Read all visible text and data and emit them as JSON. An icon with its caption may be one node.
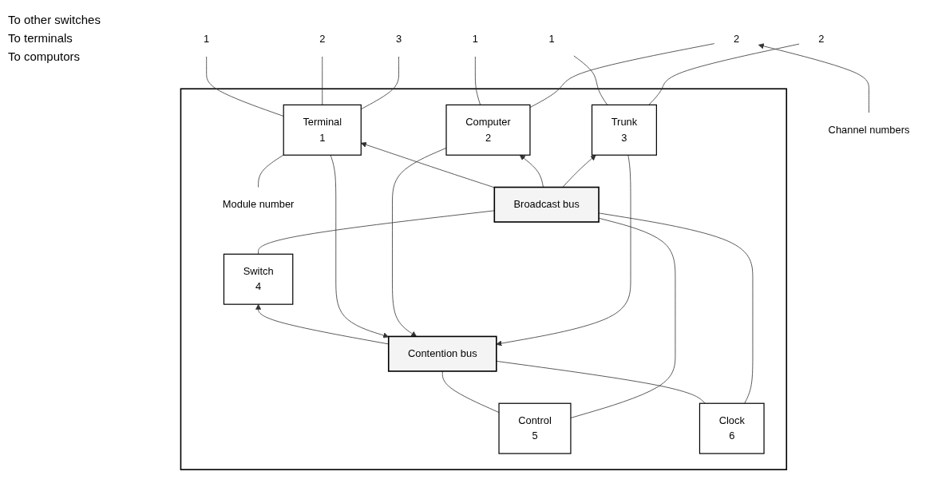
{
  "diagram": {
    "nodes": [
      {
        "text": [],
        "shape": "box"
      },
      {
        "text": [
          "1"
        ]
      },
      {
        "text": [
          "2"
        ]
      },
      {
        "text": [
          "Contention bus"
        ],
        "in": 0
      },
      {
        "text": [
          "Module number"
        ],
        "in": 0
      },
      {
        "text": [
          "Terminal",
          "1"
        ],
        "in": 0
      },
      {
        "text": [
          "Computer",
          "2"
        ],
        "in": 0
      },
      {
        "text": [
          "Trunk",
          "3"
        ],
        "in": 0
      },
      {
        "text": [
          "Switch",
          "4"
        ],
        "in": 0
      },
      {
        "text": [
          "Control",
          "5"
        ],
        "in": 0
      },
      {
        "text": [
          "Clock",
          "6"
        ],
        "in": 0
      },
      {
        "text": [
          "Broadcast bus"
        ],
        "in": 0
      },
      {
        "text": [
          "1"
        ]
      },
      {
        "text": [
          "2"
        ]
      },
      {
        "text": [
          "3"
        ]
      },
      {
        "text": [
          "1"
        ]
      },
      {
        "text": [
          "2"
        ]
      },
      {
        "text": [
          "Channel numbers"
        ]
      }
    ],
    "edges": [
      {
        "from": 5,
        "to": 3,
        "arrow": "to"
      },
      {
        "from": 6,
        "to": 3,
        "arrow": "to"
      },
      {
        "from": 7,
        "to": 3,
        "arrow": "to"
      },
      {
        "from": 3,
        "to": 8,
        "arrow": "to"
      },
      {
        "from": 9,
        "to": 3,
        "arrow": "none"
      },
      {
        "from": 10,
        "to": 3,
        "arrow": "none"
      },
      {
        "from": 11,
        "to": 5,
        "arrow": "to"
      },
      {
        "from": 11,
        "to": 6,
        "arrow": "to"
      },
      {
        "from": 11,
        "to": 7,
        "arrow": "to"
      },
      {
        "from": 8,
        "to": 11,
        "arrow": "none"
      },
      {
        "from": 9,
        "to": 11,
        "arrow": "none"
      },
      {
        "from": 10,
        "to": 11,
        "arrow": "none"
      },
      {
        "from": 7,
        "to": 1,
        "arrow": "none"
      },
      {
        "from": 7,
        "to": 2,
        "arrow": "none"
      },
      {
        "from": 5,
        "to": 12,
        "arrow": "none"
      },
      {
        "from": 5,
        "to": 13,
        "arrow": "none"
      },
      {
        "from": 5,
        "to": 14,
        "arrow": "none"
      },
      {
        "from": 6,
        "to": 15,
        "arrow": "none"
      },
      {
        "from": 6,
        "to": 16,
        "arrow": "none"
      },
      {
        "from": 4,
        "to": 5,
        "arrow": "none"
      },
      {
        "from": 17,
        "to": 16,
        "arrow": "to"
      }
    ],
    "labels": [
      "To other switches",
      "To terminals",
      "To computors"
    ]
  }
}
